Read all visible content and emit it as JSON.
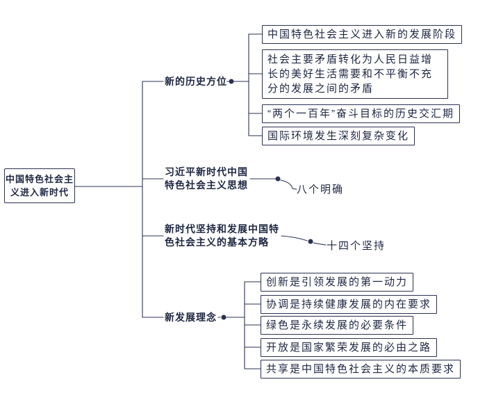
{
  "diagram": {
    "root": "中国特色社会主义进入新时代",
    "branches": [
      {
        "label": "新的历史方位",
        "leaves": [
          "中国特色社会主义进入新的发展阶段",
          "社会主要矛盾转化为人民日益增长的美好生活需要和不平衡不充分的发展之间的矛盾",
          "“两个一百年”奋斗目标的历史交汇期",
          "国际环境发生深刻复杂变化"
        ]
      },
      {
        "label": "习近平新时代中国特色社会主义思想",
        "leaves": [
          "八个明确"
        ]
      },
      {
        "label": "新时代坚持和发展中国特色社会主义的基本方略",
        "leaves": [
          "十四个坚持"
        ]
      },
      {
        "label": "新发展理念",
        "leaves": [
          "创新是引领发展的第一动力",
          "协调是持续健康发展的内在要求",
          "绿色是永续发展的必要条件",
          "开放是国家繁荣发展的必由之路",
          "共享是中国特色社会主义的本质要求"
        ]
      }
    ],
    "colors": {
      "text": "#1e2742",
      "line": "#2b3150",
      "border": "#2b3150",
      "background": "#ffffff"
    }
  }
}
